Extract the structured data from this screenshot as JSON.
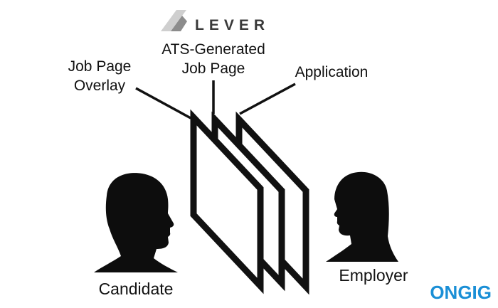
{
  "logos": {
    "lever": {
      "text": "LEVER",
      "color": "#3a3a3a",
      "mark_light": "#cfcfcf",
      "mark_dark": "#8c8c8c"
    },
    "ongig": {
      "text": "ONGIG",
      "color": "#1a8fd6"
    }
  },
  "labels": {
    "job_page_overlay": [
      "Job Page",
      "Overlay"
    ],
    "ats_generated": [
      "ATS-Generated",
      "Job Page"
    ],
    "application": "Application",
    "candidate": "Candidate",
    "employer": "Employer"
  },
  "colors": {
    "ink": "#111111",
    "silhouette": "#0d0d0d"
  }
}
